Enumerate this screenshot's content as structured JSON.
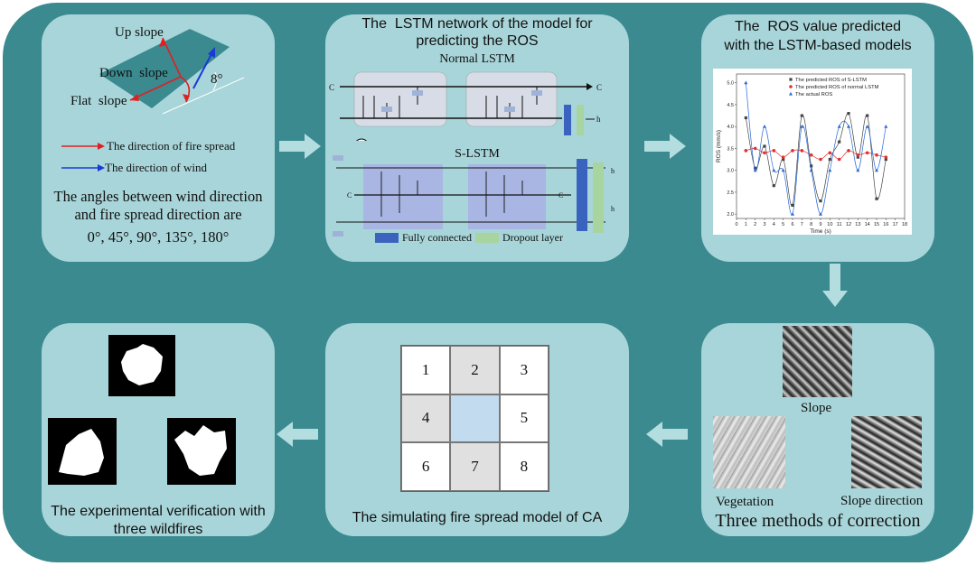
{
  "panel1": {
    "up_slope": "Up slope",
    "down_slope": "Down  slope",
    "flat_slope": "Flat  slope",
    "angle": "8°",
    "legend_fire": "The direction of fire spread",
    "legend_wind": "The direction of wind",
    "caption_line1": "The angles between wind direction",
    "caption_line2": "and fire spread direction are",
    "caption_line3": "0°, 45°, 90°, 135°, 180°",
    "colors": {
      "fire": "#e02020",
      "wind": "#1a3ad8"
    }
  },
  "panel2": {
    "title_line1": "The  LSTM network of the model for",
    "title_line2": "predicting the ROS",
    "normal_lstm": "Normal LSTM",
    "s_lstm": "S-LSTM",
    "legend_fc": "Fully connected",
    "legend_dropout": "Dropout layer",
    "colors": {
      "fc": "#3a63c0",
      "dropout": "#a8d4a0",
      "cell": "#d8dce6",
      "scell": "#a9b6e3"
    }
  },
  "panel3": {
    "title_line1": "The  ROS value predicted",
    "title_line2": "with the LSTM-based models"
  },
  "chart_data": {
    "type": "line",
    "xlabel": "Time (s)",
    "ylabel": "ROS (mm/s)",
    "xlim": [
      0,
      18
    ],
    "ylim": [
      1.9,
      5.2
    ],
    "xticks": [
      "0",
      "1",
      "2",
      "3",
      "4",
      "5",
      "6",
      "7",
      "8",
      "9",
      "10",
      "11",
      "12",
      "13",
      "14",
      "15",
      "16",
      "17",
      "18"
    ],
    "yticks": [
      "2.0",
      "2.5",
      "3.0",
      "3.5",
      "4.0",
      "4.5",
      "5.0"
    ],
    "legend_position": "top-right",
    "series": [
      {
        "name": "The predicted ROS of S-LSTM",
        "marker": "square",
        "color": "#444444",
        "x": [
          1,
          2,
          3,
          4,
          5,
          6,
          7,
          8,
          9,
          10,
          11,
          12,
          13,
          14,
          15,
          16
        ],
        "y": [
          4.2,
          3.05,
          3.55,
          2.65,
          3.25,
          2.2,
          4.25,
          3.1,
          2.3,
          3.25,
          3.65,
          4.3,
          3.3,
          4.25,
          2.35,
          3.25
        ]
      },
      {
        "name": "The predicted ROS of normal LSTM",
        "marker": "circle",
        "color": "#e03030",
        "x": [
          1,
          2,
          3,
          4,
          5,
          6,
          7,
          8,
          9,
          10,
          11,
          12,
          13,
          14,
          15,
          16
        ],
        "y": [
          3.45,
          3.5,
          3.4,
          3.45,
          3.3,
          3.45,
          3.45,
          3.35,
          3.25,
          3.4,
          3.25,
          3.45,
          3.35,
          3.4,
          3.35,
          3.3
        ]
      },
      {
        "name": "The actual ROS",
        "marker": "triangle",
        "color": "#2a6ad8",
        "x": [
          1,
          2,
          3,
          4,
          5,
          6,
          7,
          8,
          9,
          10,
          11,
          12,
          13,
          14,
          15,
          16
        ],
        "y": [
          5.0,
          3.0,
          4.0,
          3.0,
          3.0,
          2.0,
          4.0,
          3.0,
          2.0,
          3.0,
          4.0,
          4.0,
          3.0,
          4.0,
          3.0,
          4.0
        ]
      }
    ]
  },
  "panel4": {
    "slope": "Slope",
    "vegetation": "Vegetation",
    "slope_direction": "Slope direction",
    "caption": "Three methods of correction"
  },
  "panel5": {
    "cells": [
      "1",
      "2",
      "3",
      "4",
      "",
      "5",
      "6",
      "7",
      "8"
    ],
    "caption": "The simulating fire spread model of CA"
  },
  "panel6": {
    "caption_line1": "The experimental verification with",
    "caption_line2": "three wildfires"
  }
}
